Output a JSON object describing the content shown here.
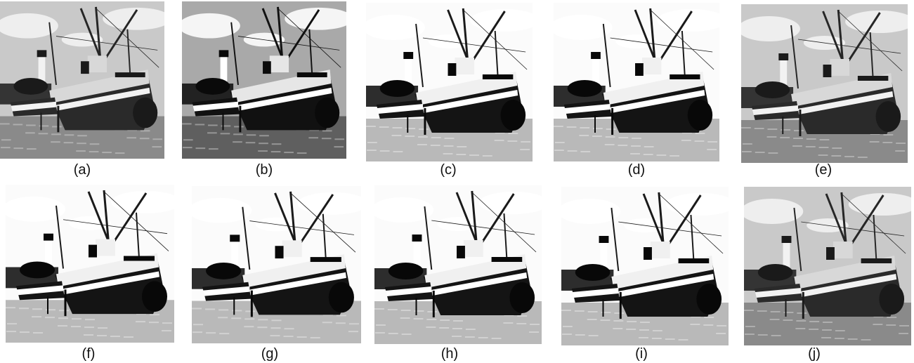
{
  "figure": {
    "panels": [
      {
        "label": "(a)",
        "tone": "normal"
      },
      {
        "label": "(b)",
        "tone": "contrast"
      },
      {
        "label": "(c)",
        "tone": "bright"
      },
      {
        "label": "(d)",
        "tone": "bright"
      },
      {
        "label": "(e)",
        "tone": "normal"
      },
      {
        "label": "(f)",
        "tone": "bright"
      },
      {
        "label": "(g)",
        "tone": "bright"
      },
      {
        "label": "(h)",
        "tone": "bright"
      },
      {
        "label": "(i)",
        "tone": "bright"
      },
      {
        "label": "(j)",
        "tone": "normal"
      }
    ]
  }
}
